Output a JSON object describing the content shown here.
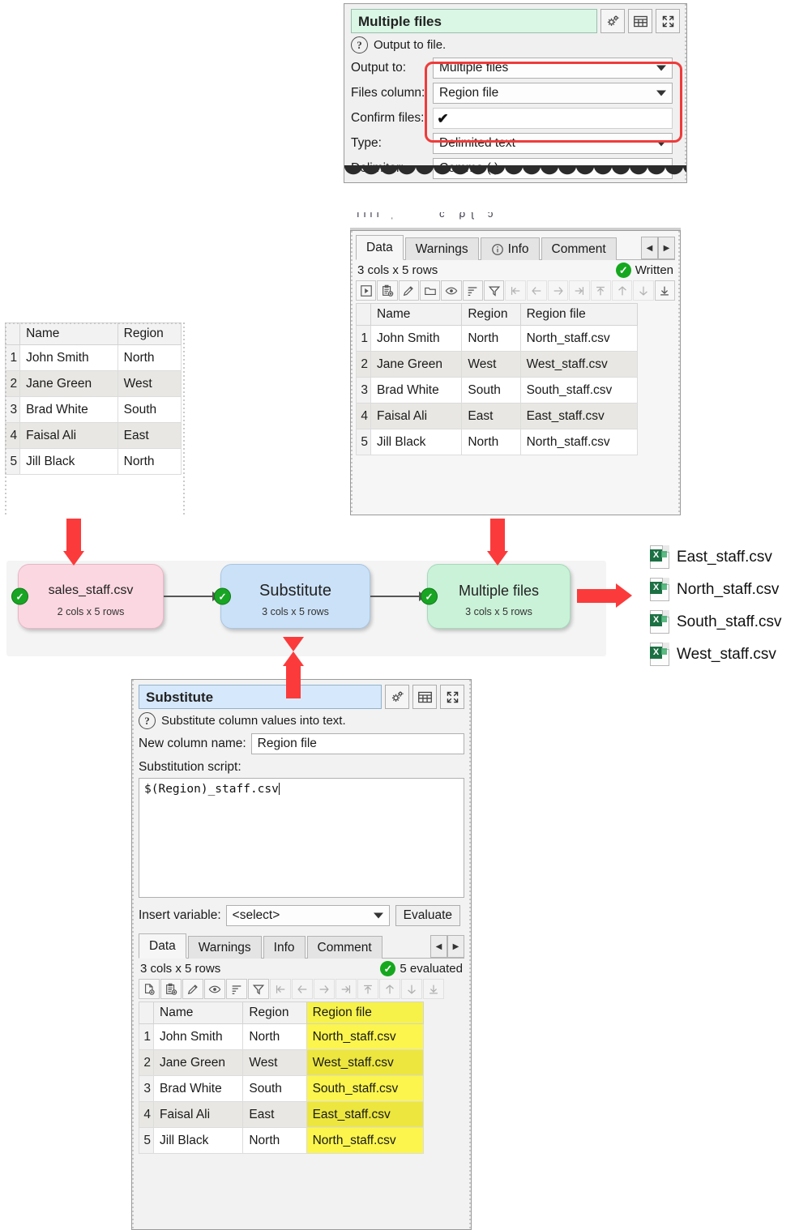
{
  "output_panel": {
    "title": "Multiple files",
    "help_text": "Output to file.",
    "fields": {
      "output_to_label": "Output to:",
      "output_to_value": "Multiple files",
      "files_column_label": "Files column:",
      "files_column_value": "Region file",
      "confirm_files_label": "Confirm files:",
      "confirm_files_checked": "✔",
      "type_label": "Type:",
      "type_value": "Delimited text",
      "delimiter_label": "Delimiter:",
      "delimiter_value": "Comma (,)"
    },
    "titlebar_icons": [
      "gear-icon",
      "table-icon",
      "expand-icon"
    ]
  },
  "output_table_panel": {
    "tabs": [
      {
        "label": "Data",
        "active": true,
        "icon": null
      },
      {
        "label": "Warnings",
        "active": false,
        "icon": null
      },
      {
        "label": "Info",
        "active": false,
        "icon": "info-icon"
      },
      {
        "label": "Comment",
        "active": false,
        "icon": null
      }
    ],
    "nav_prev": "◀",
    "nav_next": "▶",
    "dimensions": "3 cols x 5 rows",
    "status": "Written",
    "status_color": "#15a81e",
    "toolbar_icons": [
      "run-icon",
      "paste-clipboard-icon",
      "edit-pencil-icon",
      "open-folder-icon",
      "eye-icon",
      "sort-icon",
      "filter-icon",
      "first-column-icon",
      "prev-column-icon",
      "next-column-icon",
      "last-column-icon",
      "first-row-icon",
      "prev-row-icon",
      "next-row-icon",
      "last-row-icon"
    ],
    "columns": [
      "Name",
      "Region",
      "Region file"
    ],
    "rows": [
      {
        "n": "1",
        "cells": [
          "John Smith",
          "North",
          "North_staff.csv"
        ]
      },
      {
        "n": "2",
        "cells": [
          "Jane Green",
          "West",
          "West_staff.csv"
        ]
      },
      {
        "n": "3",
        "cells": [
          "Brad White",
          "South",
          "South_staff.csv"
        ]
      },
      {
        "n": "4",
        "cells": [
          "Faisal Ali",
          "East",
          "East_staff.csv"
        ]
      },
      {
        "n": "5",
        "cells": [
          "Jill Black",
          "North",
          "North_staff.csv"
        ]
      }
    ]
  },
  "source_table_panel": {
    "columns": [
      "Name",
      "Region"
    ],
    "rows": [
      {
        "n": "1",
        "cells": [
          "John Smith",
          "North"
        ]
      },
      {
        "n": "2",
        "cells": [
          "Jane Green",
          "West"
        ]
      },
      {
        "n": "3",
        "cells": [
          "Brad White",
          "South"
        ]
      },
      {
        "n": "4",
        "cells": [
          "Faisal Ali",
          "East"
        ]
      },
      {
        "n": "5",
        "cells": [
          "Jill Black",
          "North"
        ]
      }
    ]
  },
  "flow": {
    "nodes": [
      {
        "label": "sales_staff.csv",
        "sub": "2 cols x 5 rows",
        "color": "pink",
        "status": "ok"
      },
      {
        "label": "Substitute",
        "sub": "3 cols x 5 rows",
        "color": "blue",
        "status": "ok"
      },
      {
        "label": "Multiple files",
        "sub": "3 cols x 5 rows",
        "color": "green",
        "status": "ok"
      }
    ],
    "output_files": [
      "East_staff.csv",
      "North_staff.csv",
      "South_staff.csv",
      "West_staff.csv"
    ]
  },
  "substitute_panel": {
    "title": "Substitute",
    "help_text": "Substitute column values into text.",
    "new_column_name_label": "New column name:",
    "new_column_name_value": "Region file",
    "script_label": "Substitution script:",
    "script_value": "$(Region)_staff.csv",
    "insert_variable_label": "Insert variable:",
    "insert_variable_value": "<select>",
    "evaluate_label": "Evaluate",
    "titlebar_icons": [
      "gear-icon",
      "table-icon",
      "expand-icon"
    ],
    "tabs": [
      {
        "label": "Data",
        "active": true
      },
      {
        "label": "Warnings",
        "active": false
      },
      {
        "label": "Info",
        "active": false
      },
      {
        "label": "Comment",
        "active": false
      }
    ],
    "nav_prev": "◀",
    "nav_next": "▶",
    "dimensions": "3 cols x 5 rows",
    "status": "5 evaluated",
    "toolbar_icons": [
      "new-file-icon",
      "paste-clipboard-icon",
      "edit-pencil-icon",
      "eye-icon",
      "sort-icon",
      "filter-icon",
      "first-column-icon",
      "prev-column-icon",
      "next-column-icon",
      "last-column-icon",
      "first-row-icon",
      "prev-row-icon",
      "next-row-icon",
      "last-row-icon"
    ],
    "columns": [
      "Name",
      "Region",
      "Region file"
    ],
    "highlight_column_index": 2,
    "highlight_color": "#f9f24d",
    "rows": [
      {
        "n": "1",
        "cells": [
          "John Smith",
          "North",
          "North_staff.csv"
        ]
      },
      {
        "n": "2",
        "cells": [
          "Jane Green",
          "West",
          "West_staff.csv"
        ]
      },
      {
        "n": "3",
        "cells": [
          "Brad White",
          "South",
          "South_staff.csv"
        ]
      },
      {
        "n": "4",
        "cells": [
          "Faisal Ali",
          "East",
          "East_staff.csv"
        ]
      },
      {
        "n": "5",
        "cells": [
          "Jill Black",
          "North",
          "North_staff.csv"
        ]
      }
    ]
  },
  "annotations": {
    "callout_color": "#ef3b3b",
    "arrow_color": "#fb3b3b"
  }
}
